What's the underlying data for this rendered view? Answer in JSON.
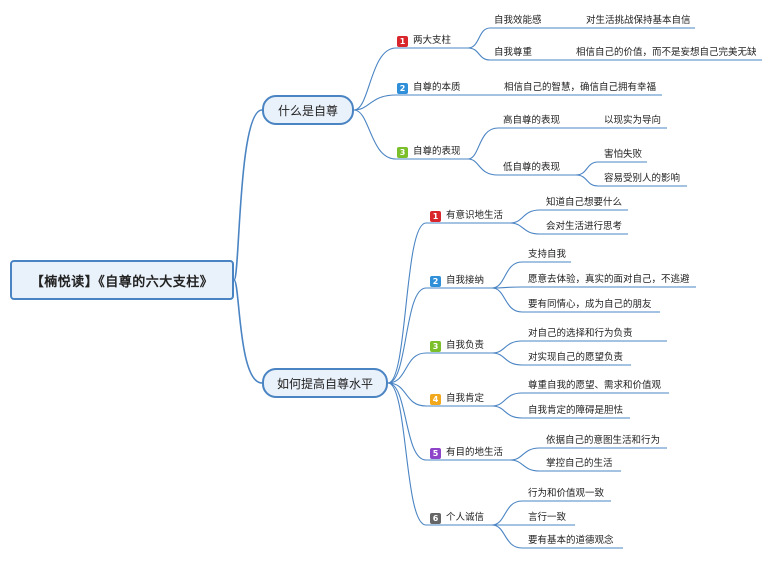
{
  "root": "【楠悦读】《自尊的六大支柱》",
  "main1": "什么是自尊",
  "main2": "如何提高自尊水平",
  "b1": {
    "n": "1",
    "label": "两大支柱",
    "color": "#d9262c",
    "c1": "自我效能感",
    "c1d": "对生活挑战保持基本自信",
    "c2": "自我尊重",
    "c2d": "相信自己的价值，而不是妄想自己完美无缺"
  },
  "b2": {
    "n": "2",
    "label": "自尊的本质",
    "color": "#2f8fd8",
    "c1": "相信自己的智慧，确信自己拥有幸福"
  },
  "b3": {
    "n": "3",
    "label": "自尊的表现",
    "color": "#7bbf2a",
    "c1": "高自尊的表现",
    "c1d": "以现实为导向",
    "c2": "低自尊的表现",
    "c2d1": "害怕失败",
    "c2d2": "容易受别人的影响"
  },
  "p1": {
    "n": "1",
    "label": "有意识地生活",
    "color": "#d9262c",
    "c1": "知道自己想要什么",
    "c2": "会对生活进行思考"
  },
  "p2": {
    "n": "2",
    "label": "自我接纳",
    "color": "#2f8fd8",
    "c1": "支持自我",
    "c2": "愿意去体验，真实的面对自己，不逃避",
    "c3": "要有同情心，成为自己的朋友"
  },
  "p3": {
    "n": "3",
    "label": "自我负责",
    "color": "#7bbf2a",
    "c1": "对自己的选择和行为负责",
    "c2": "对实现自己的愿望负责"
  },
  "p4": {
    "n": "4",
    "label": "自我肯定",
    "color": "#f2a81d",
    "c1": "尊重自我的愿望、需求和价值观",
    "c2": "自我肯定的障碍是胆怯"
  },
  "p5": {
    "n": "5",
    "label": "有目的地生活",
    "color": "#8e44c9",
    "c1": "依据自己的意图生活和行为",
    "c2": "掌控自己的生活"
  },
  "p6": {
    "n": "6",
    "label": "个人诚信",
    "color": "#666666",
    "c1": "行为和价值观一致",
    "c2": "言行一致",
    "c3": "要有基本的道德观念"
  }
}
